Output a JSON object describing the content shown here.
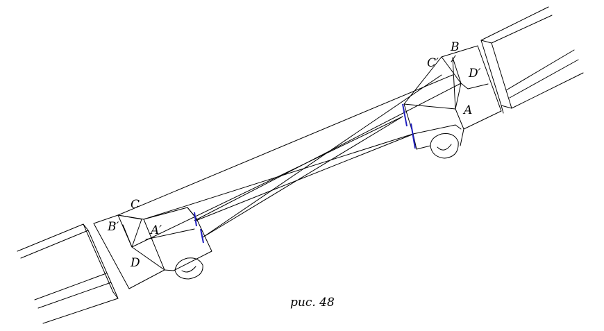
{
  "labels": {
    "B": "B",
    "C_prime": "C′",
    "D_prime": "D′",
    "A": "A",
    "C": "C",
    "B_prime": "B′",
    "A_prime": "A′",
    "D": "D"
  },
  "caption": "рис. 48",
  "colors": {
    "line": "#000000",
    "lens": "#1f1fbf"
  }
}
